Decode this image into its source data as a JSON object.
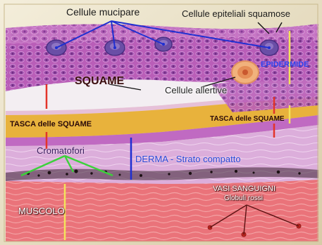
{
  "labels": {
    "cellule_mucipare": "Cellule mucipare",
    "cellule_epiteliali": "Cellule epiteliali squamose",
    "epidermide": "EPIDERMIDE",
    "squame": "SQUAME",
    "cellule_allertive": "Cellule allertive",
    "tasca_left": "TASCA delle SQUAME",
    "tasca_right": "TASCA delle SQUAME",
    "cromatofori": "Cromatofori",
    "derma": "DERMA - Strato compatto",
    "vasi_sanguigni": "VASI SANGUIGNI",
    "globuli_rossi": "Globuli rossi",
    "muscolo": "MUSCOLO"
  },
  "colors": {
    "epidermis": "#b85fb6",
    "scale_band": "#e7b23b",
    "dermis": "#d9a8d6",
    "muscle": "#e86c74",
    "mucous_cell_pointer": "#1f2fd1",
    "chromatophore_pointer": "#3bd23a",
    "red_marker": "#e3342a",
    "yellow_marker": "#f3e35a"
  }
}
